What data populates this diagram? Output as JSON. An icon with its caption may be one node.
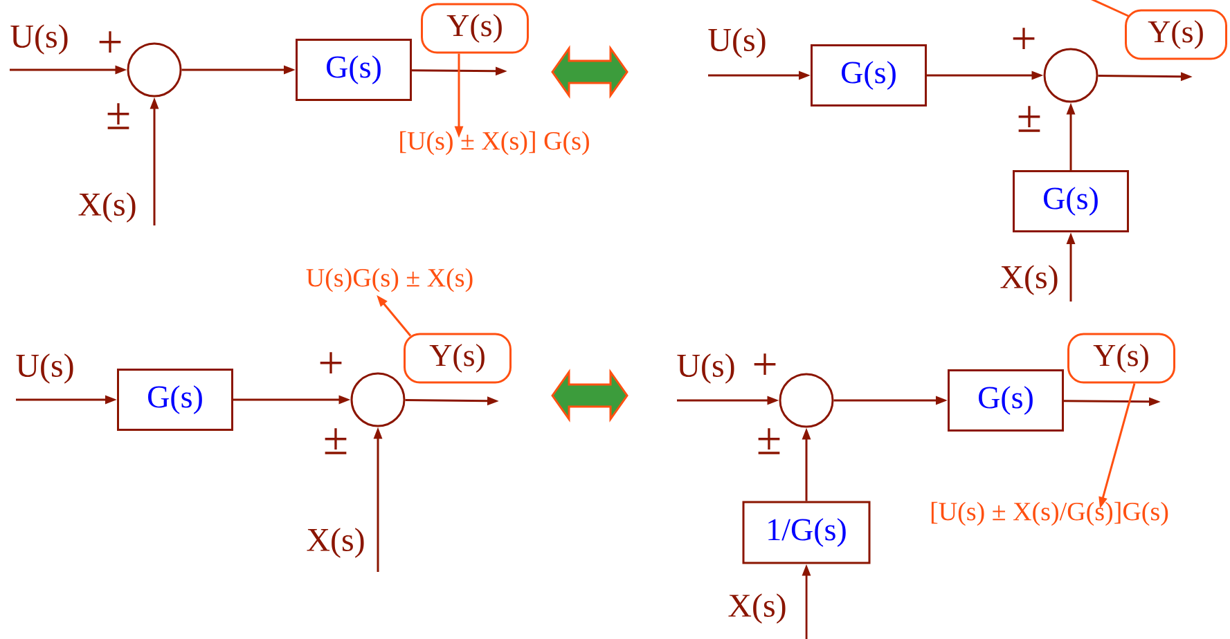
{
  "diagram": {
    "nodes": [
      {
        "text": [],
        "shape": "circle"
      },
      {
        "text": [
          "G(s)"
        ]
      },
      {
        "text": [
          "Y(s)"
        ]
      },
      {
        "text": [
          "[U(s) ± X(s)] G(s)"
        ]
      },
      {
        "text": [
          "G(s)"
        ]
      },
      {
        "text": [],
        "shape": "circle"
      },
      {
        "text": [
          "Y(s)"
        ]
      },
      {
        "text": [
          "G(s)"
        ]
      },
      {
        "text": [
          "U(s)G(s) ± X(s)"
        ]
      },
      {
        "text": [
          "G(s)"
        ]
      },
      {
        "text": [],
        "shape": "circle"
      },
      {
        "text": [
          "Y(s)"
        ]
      },
      {
        "text": [],
        "shape": "circle"
      },
      {
        "text": [
          "G(s)"
        ]
      },
      {
        "text": [
          "Y(s)"
        ]
      },
      {
        "text": [
          "1/G(s)"
        ]
      },
      {
        "text": [
          "[U(s) ± X(s)/G(s)]G(s)"
        ]
      }
    ],
    "edges": [
      {
        "from": null,
        "to": 0,
        "arrow": "to"
      },
      {
        "from": null,
        "to": 0,
        "arrow": "to"
      },
      {
        "from": 0,
        "to": 1,
        "arrow": "to"
      },
      {
        "from": 1,
        "to": null,
        "arrow": "to"
      },
      {
        "from": 2,
        "to": 3,
        "arrow": "to",
        "color": "#ff5011"
      },
      {
        "from": null,
        "to": 4,
        "arrow": "to"
      },
      {
        "from": 4,
        "to": 5,
        "arrow": "to"
      },
      {
        "from": 7,
        "to": 5,
        "arrow": "to"
      },
      {
        "from": null,
        "to": 7,
        "arrow": "to"
      },
      {
        "from": 5,
        "to": null,
        "arrow": "to"
      },
      {
        "from": 6,
        "to": null,
        "arrow": "none",
        "color": "#ff5011"
      },
      {
        "from": null,
        "to": 9,
        "arrow": "to"
      },
      {
        "from": 9,
        "to": 10,
        "arrow": "to"
      },
      {
        "from": null,
        "to": 10,
        "arrow": "to"
      },
      {
        "from": 10,
        "to": null,
        "arrow": "to"
      },
      {
        "from": 11,
        "to": 8,
        "arrow": "to",
        "color": "#ff5011"
      },
      {
        "from": null,
        "to": 12,
        "arrow": "to"
      },
      {
        "from": 12,
        "to": 13,
        "arrow": "to"
      },
      {
        "from": 15,
        "to": 12,
        "arrow": "to"
      },
      {
        "from": null,
        "to": 15,
        "arrow": "to"
      },
      {
        "from": 13,
        "to": null,
        "arrow": "to"
      },
      {
        "from": 14,
        "to": 16,
        "arrow": "to",
        "color": "#ff5011"
      }
    ],
    "labels": [
      "U(s)",
      "+",
      "±",
      "X(s)",
      "U(s)",
      "+",
      "±",
      "X(s)",
      "U(s)",
      "+",
      "±",
      "X(s)",
      "U(s)",
      "+",
      "±",
      "X(s)"
    ]
  }
}
